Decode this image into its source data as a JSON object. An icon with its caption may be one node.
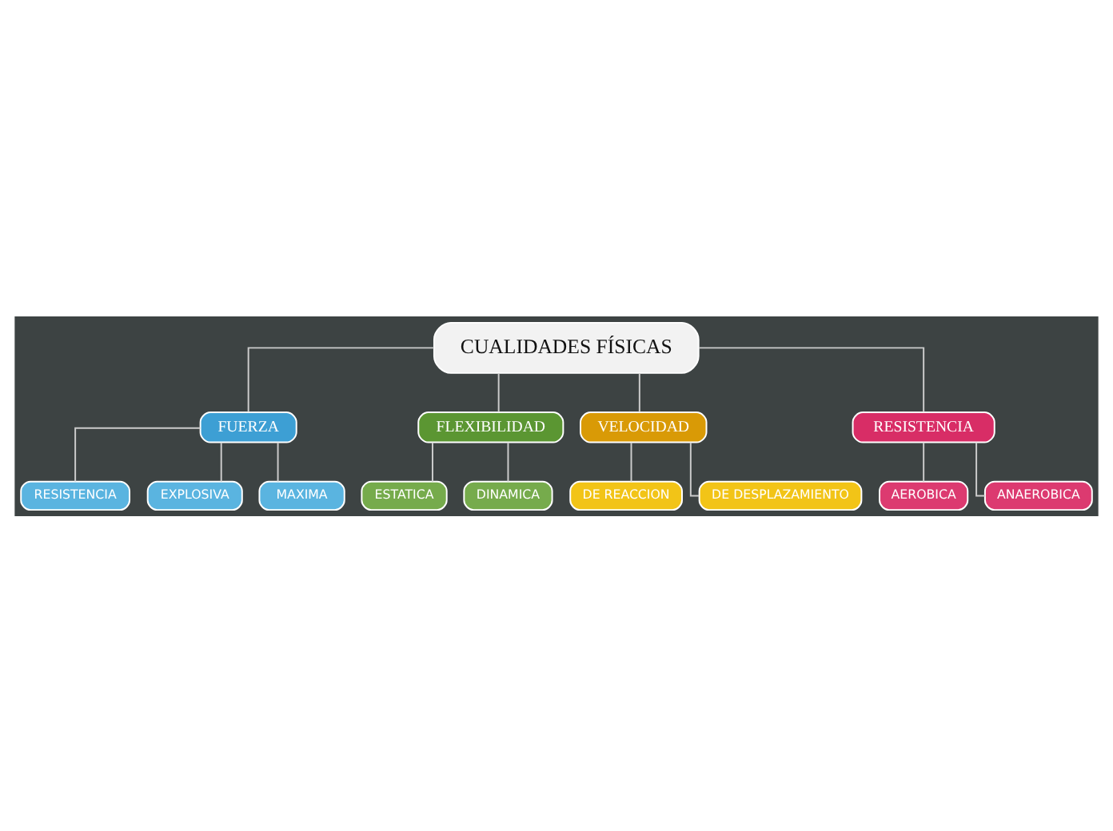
{
  "diagram": {
    "nodes": [
      {
        "text": [
          "CUALIDADES FÍSICAS"
        ]
      },
      {
        "text": [
          "FUERZA"
        ]
      },
      {
        "text": [
          "FLEXIBILIDAD"
        ]
      },
      {
        "text": [
          "VELOCIDAD"
        ]
      },
      {
        "text": [
          "RESISTENCIA"
        ]
      },
      {
        "text": [
          "RESISTENCIA"
        ]
      },
      {
        "text": [
          "EXPLOSIVA"
        ]
      },
      {
        "text": [
          "MAXIMA"
        ]
      },
      {
        "text": [
          "ESTATICA"
        ]
      },
      {
        "text": [
          "DINAMICA"
        ]
      },
      {
        "text": [
          "DE REACCION"
        ]
      },
      {
        "text": [
          "DE DESPLAZAMIENTO"
        ]
      },
      {
        "text": [
          "AEROBICA"
        ]
      },
      {
        "text": [
          "ANAEROBICA"
        ]
      }
    ],
    "edges": [
      {
        "from": 0,
        "to": 1,
        "arrow": "none"
      },
      {
        "from": 0,
        "to": 2,
        "arrow": "none"
      },
      {
        "from": 0,
        "to": 3,
        "arrow": "none"
      },
      {
        "from": 0,
        "to": 4,
        "arrow": "none"
      },
      {
        "from": 1,
        "to": 5,
        "arrow": "none"
      },
      {
        "from": 1,
        "to": 6,
        "arrow": "none"
      },
      {
        "from": 1,
        "to": 7,
        "arrow": "none"
      },
      {
        "from": 2,
        "to": 8,
        "arrow": "none"
      },
      {
        "from": 2,
        "to": 9,
        "arrow": "none"
      },
      {
        "from": 3,
        "to": 10,
        "arrow": "none"
      },
      {
        "from": 3,
        "to": 11,
        "arrow": "none"
      },
      {
        "from": 4,
        "to": 12,
        "arrow": "none"
      },
      {
        "from": 4,
        "to": 13,
        "arrow": "none"
      }
    ]
  }
}
